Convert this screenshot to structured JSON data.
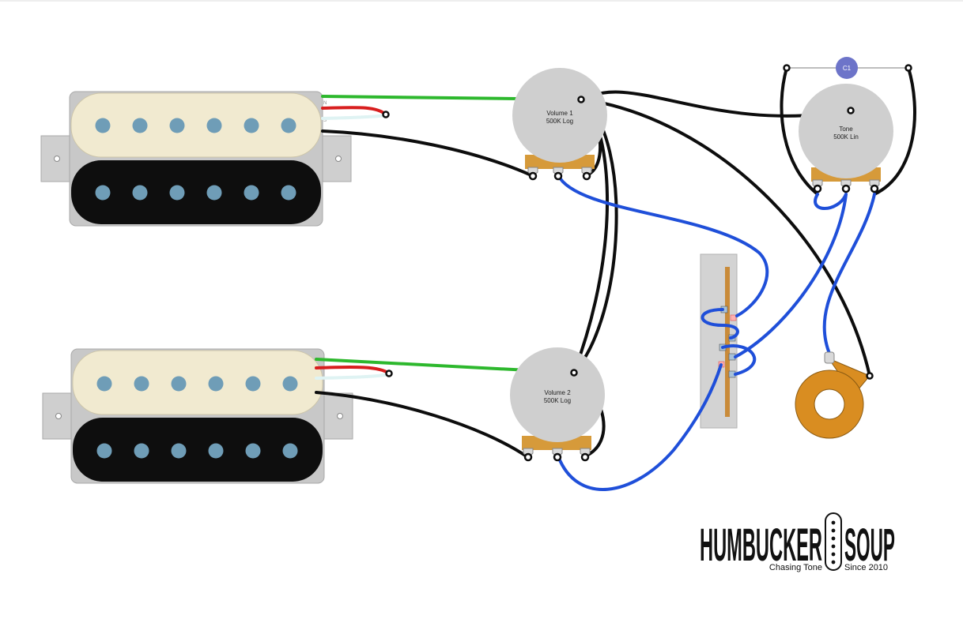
{
  "volume1": {
    "name": "Volume 1",
    "value": "500K Log"
  },
  "volume2": {
    "name": "Volume 2",
    "value": "500K Log"
  },
  "tone": {
    "name": "Tone",
    "value": "500K Lin"
  },
  "capacitor": {
    "label": "C1"
  },
  "pickup_leads": {
    "north": "N",
    "south": "S"
  },
  "logo": {
    "word1": "HUMBUCKER",
    "word2": "SOUP",
    "tagline_left": "Chasing Tone",
    "tagline_right": "Since 2010"
  },
  "colors": {
    "cream_coil": "#f1ead0",
    "black_coil": "#0e0e0e",
    "pole_piece": "#6f9db7",
    "baseplate": "#c8c8c8",
    "pot_body": "#cfcfcf",
    "pot_base": "#d69a3a",
    "green_wire": "#2db82d",
    "red_wire": "#d81e1e",
    "white_wire": "#dff3f3",
    "black_wire": "#0d0d0d",
    "blue_wire": "#1f4fd9",
    "capacitor": "#6d74c9",
    "jack": "#d98d21",
    "switch_strip": "#c98b3a"
  }
}
